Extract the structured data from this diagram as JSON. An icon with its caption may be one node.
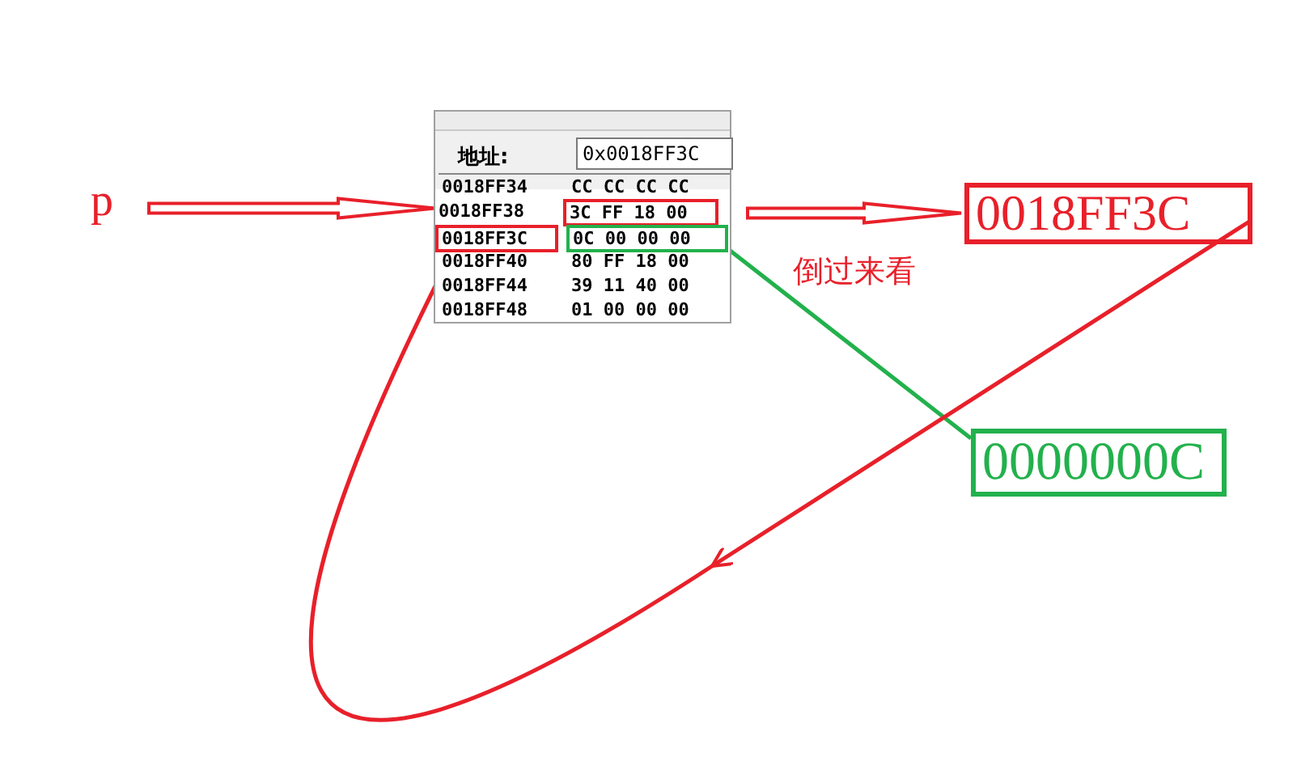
{
  "diagram": {
    "nodes": [
      {
        "text": [
          "p"
        ]
      },
      {
        "text": [
          "地址:"
        ]
      },
      {
        "text": [
          "0x0018FF3C"
        ],
        "in": 1
      },
      {
        "text": [
          "0018FF38"
        ],
        "in": 1
      },
      {
        "text": [
          "3C FF 18 00"
        ],
        "in": 1
      },
      {
        "text": [
          "0018FF3C"
        ],
        "in": 1
      },
      {
        "text": [
          "0C 00 00 00"
        ],
        "in": 1
      },
      {
        "text": [
          "0018FF3C"
        ]
      },
      {
        "text": [
          "0000000C"
        ]
      }
    ],
    "edges": [
      {
        "from": 0,
        "to": 3,
        "arrow": "to"
      },
      {
        "from": 4,
        "to": 7,
        "arrow": "to",
        "label": "倒过来看"
      },
      {
        "from": 6,
        "to": 8,
        "arrow": "none",
        "color": "#22b14c"
      },
      {
        "from": 7,
        "to": 5,
        "arrow": "to",
        "color": "#e8202a"
      }
    ],
    "labels": [
      "0018FF34",
      "CC CC CC CC",
      "0018FF40",
      "80 FF 18 00",
      "0018FF44",
      "39 11 40 00",
      "0018FF48",
      "01 00 00 00"
    ]
  }
}
